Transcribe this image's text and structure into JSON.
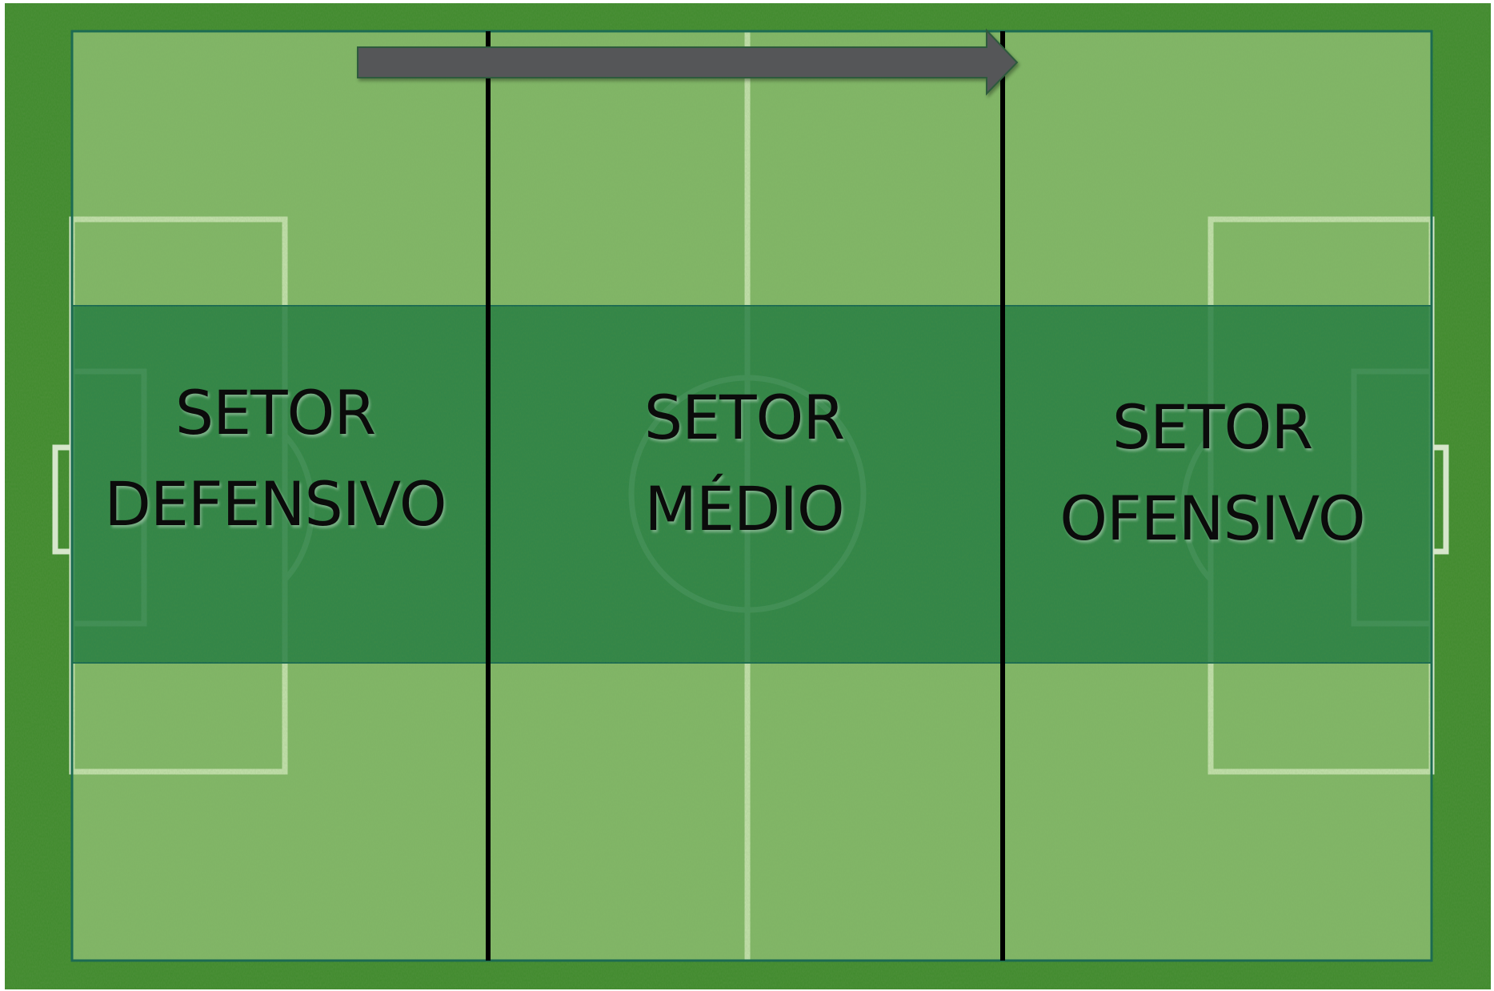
{
  "sectors": [
    {
      "id": "defensivo",
      "line1": "SETOR",
      "line2": "DEFENSIVO"
    },
    {
      "id": "medio",
      "line1": "SETOR",
      "line2": "MÉDIO"
    },
    {
      "id": "ofensivo",
      "line1": "SETOR",
      "line2": "OFENSIVO"
    }
  ],
  "attack_arrow": {
    "direction": "left-to-right",
    "color": "#555759"
  },
  "colors": {
    "grass_outer": "#3f8a2c",
    "field_overlay": "#a8d08a",
    "central_band": "#1f7a45",
    "pitch_lines": "#e6f0dc",
    "divider_lines": "#000000",
    "field_border": "#1c6b52"
  }
}
